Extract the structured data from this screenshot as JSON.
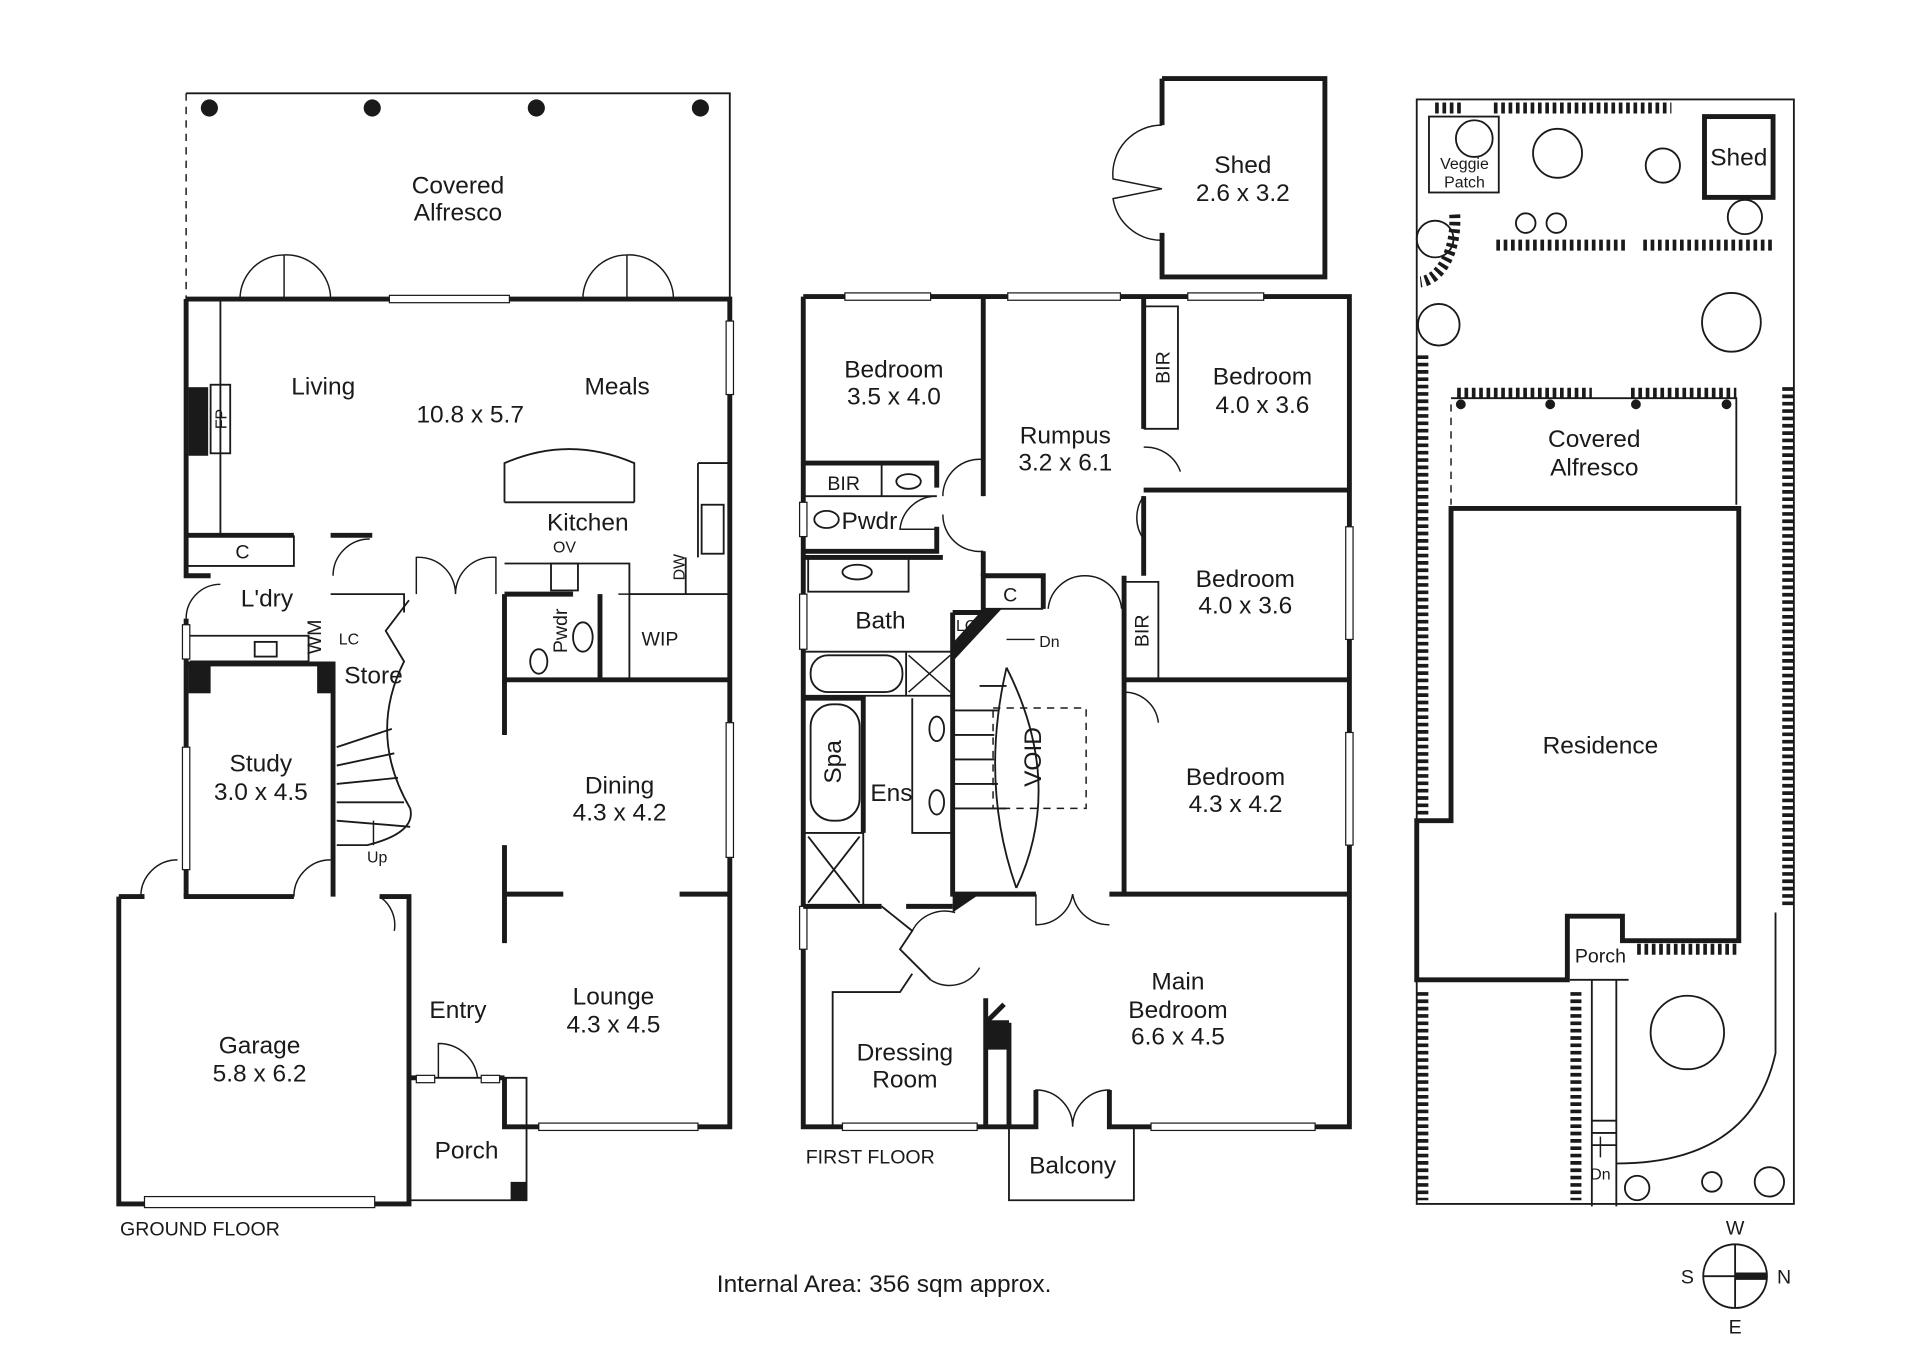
{
  "ground_floor": {
    "caption": "GROUND FLOOR",
    "rooms": {
      "alfresco_1": "Covered",
      "alfresco_2": "Alfresco",
      "living": "Living",
      "living_dims": "10.8 x 5.7",
      "meals": "Meals",
      "fp": "FP",
      "kitchen": "Kitchen",
      "ov": "OV",
      "dw": "DW",
      "c": "C",
      "laundry": "L'dry",
      "wm": "WM",
      "lc": "LC",
      "store": "Store",
      "pwdr": "Pwdr",
      "wip": "WIP",
      "study": "Study",
      "study_dims": "3.0 x 4.5",
      "up": "Up",
      "dining": "Dining",
      "dining_dims": "4.3 x 4.2",
      "entry": "Entry",
      "lounge": "Lounge",
      "lounge_dims": "4.3 x 4.5",
      "garage": "Garage",
      "garage_dims": "5.8 x 6.2",
      "porch": "Porch"
    }
  },
  "first_floor": {
    "caption": "FIRST FLOOR",
    "rooms": {
      "shed": "Shed",
      "shed_dims": "2.6 x 3.2",
      "bed1": "Bedroom",
      "bed1_dims": "3.5 x 4.0",
      "rumpus": "Rumpus",
      "rumpus_dims": "3.2 x 6.1",
      "bir1": "BIR",
      "bed2": "Bedroom",
      "bed2_dims": "4.0 x 3.6",
      "bir2": "BIR",
      "pwdr": "Pwdr",
      "bath": "Bath",
      "c": "C",
      "lc": "LC",
      "dn": "Dn",
      "bed3": "Bedroom",
      "bed3_dims": "4.0 x 3.6",
      "bir3": "BIR",
      "spa": "Spa",
      "ens": "Ens",
      "void": "VOID",
      "bed4": "Bedroom",
      "bed4_dims": "4.3 x 4.2",
      "main1": "Main",
      "main2": "Bedroom",
      "main_dims": "6.6 x 4.5",
      "dressing1": "Dressing",
      "dressing2": "Room",
      "balcony": "Balcony"
    }
  },
  "site_plan": {
    "veggie1": "Veggie",
    "veggie2": "Patch",
    "shed": "Shed",
    "alfresco_1": "Covered",
    "alfresco_2": "Alfresco",
    "residence": "Residence",
    "porch": "Porch",
    "dn": "Dn"
  },
  "compass": {
    "w": "W",
    "s": "S",
    "n": "N",
    "e": "E"
  },
  "internal_area": "Internal Area:  356 sqm approx."
}
